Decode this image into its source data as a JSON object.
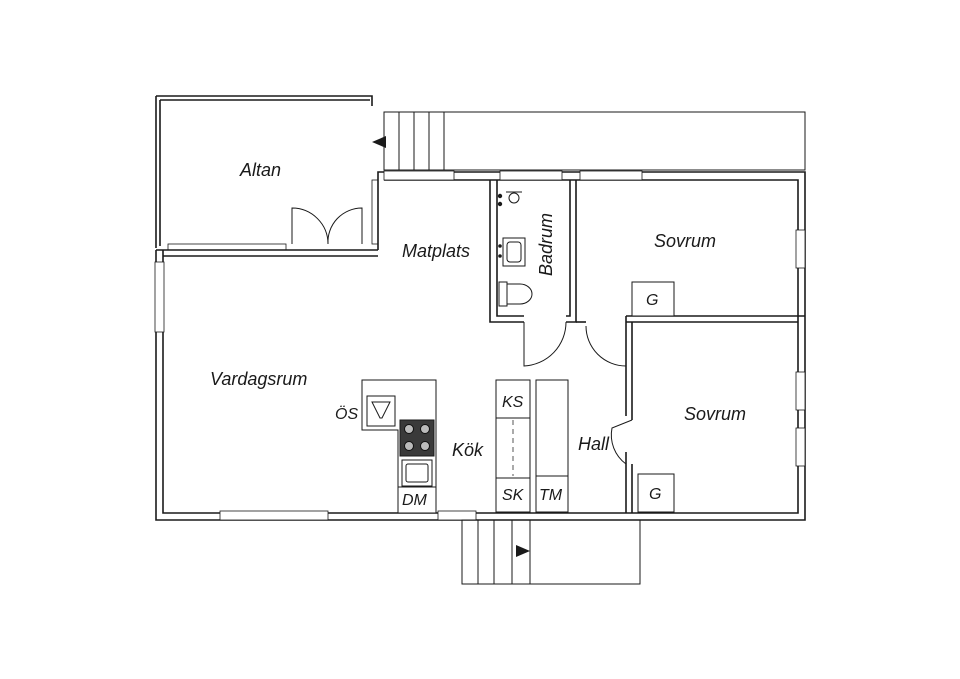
{
  "floorplan": {
    "rooms": {
      "altan": "Altan",
      "matplats": "Matplats",
      "badrum": "Badrum",
      "sovrum_top": "Sovrum",
      "sovrum_bottom": "Sovrum",
      "vardagsrum": "Vardagsrum",
      "kok": "Kök",
      "hall": "Hall"
    },
    "fixtures": {
      "oven_stove": "ÖS",
      "fridge": "KS",
      "freezer": "SK",
      "dryer": "TM",
      "dishwasher": "DM",
      "wardrobe_top": "G",
      "wardrobe_bottom": "G"
    }
  }
}
